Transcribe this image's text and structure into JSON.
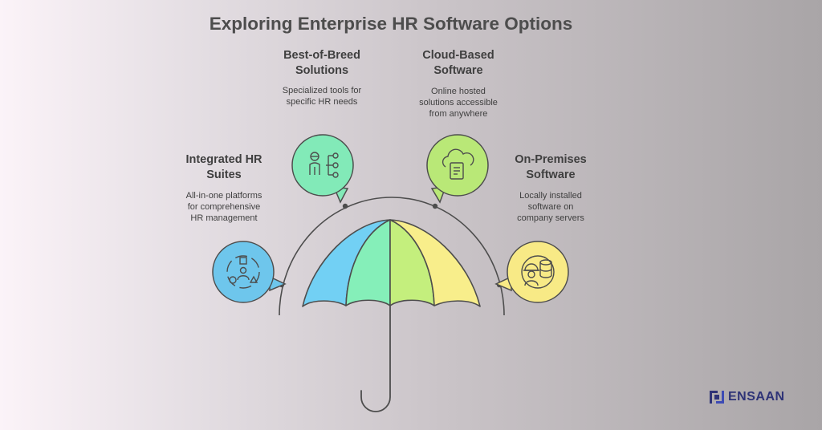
{
  "title": "Exploring Enterprise HR Software Options",
  "items": [
    {
      "heading_lines": [
        "Integrated HR",
        "Suites"
      ],
      "desc_lines": [
        "All-in-one platforms",
        "for comprehensive",
        "HR management"
      ],
      "icon": "people-and-shapes-icon",
      "color": "#6ec6ec"
    },
    {
      "heading_lines": [
        "Best-of-Breed",
        "Solutions"
      ],
      "desc_lines": [
        "Specialized tools for",
        "specific HR needs"
      ],
      "icon": "person-with-network-icon",
      "color": "#82eab8"
    },
    {
      "heading_lines": [
        "Cloud-Based",
        "Software"
      ],
      "desc_lines": [
        "Online hosted",
        "solutions accessible",
        "from anywhere"
      ],
      "icon": "cloud-document-icon",
      "color": "#b9e877"
    },
    {
      "heading_lines": [
        "On-Premises",
        "Software"
      ],
      "desc_lines": [
        "Locally installed",
        "software on",
        "company servers"
      ],
      "icon": "worker-with-server-icon",
      "color": "#f8ea86"
    }
  ],
  "umbrella_colors": [
    "#72d0f4",
    "#85efb9",
    "#c4ef7d",
    "#f8ee8b"
  ],
  "logo": {
    "text": "ENSAAN",
    "color": "#2e3377"
  }
}
